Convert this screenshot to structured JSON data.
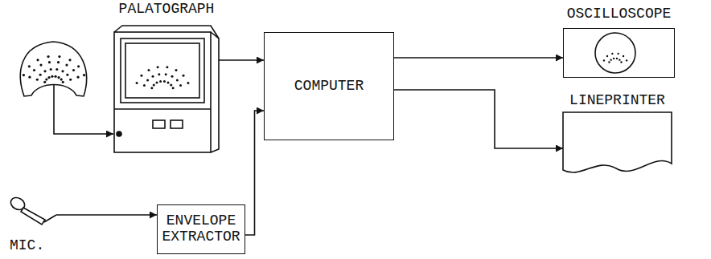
{
  "diagram": {
    "nodes": [
      {
        "text": [
          "PALATOGRAPH"
        ]
      },
      {
        "text": [
          "MIC."
        ]
      },
      {
        "text": [
          "ENVELOPE EXTRACTOR"
        ]
      },
      {
        "text": [
          "COMPUTER"
        ]
      },
      {
        "text": [
          "OSCILLOSCOPE"
        ]
      },
      {
        "text": [
          "LINEPRINTER"
        ]
      }
    ],
    "edges": [
      {
        "from": 0,
        "to": 3,
        "arrow": "to"
      },
      {
        "from": 1,
        "to": 2,
        "arrow": "to"
      },
      {
        "from": 2,
        "to": 3,
        "arrow": "to"
      },
      {
        "from": 3,
        "to": 4,
        "arrow": "to"
      },
      {
        "from": 3,
        "to": 5,
        "arrow": "to"
      }
    ]
  }
}
